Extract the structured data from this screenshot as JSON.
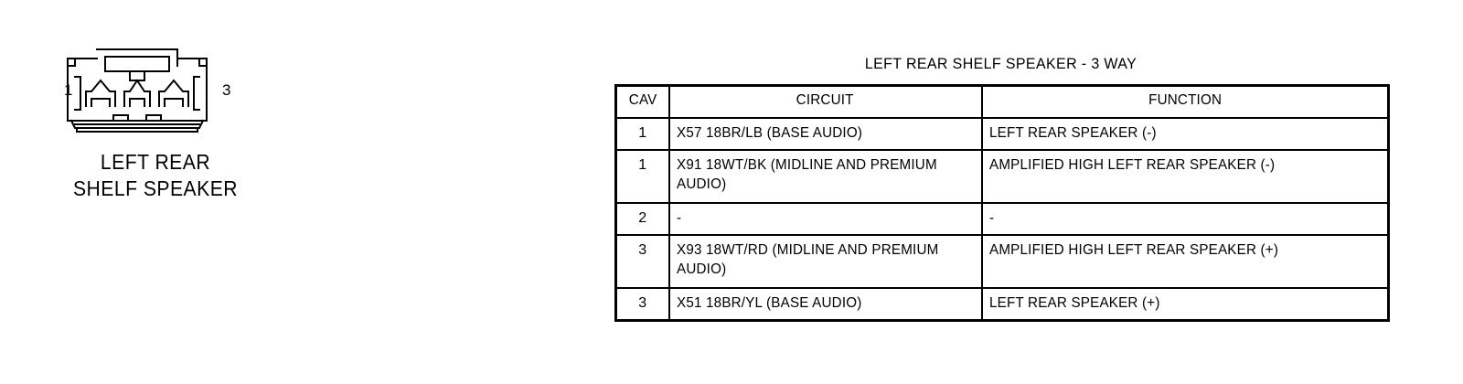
{
  "connector": {
    "name": "left-rear-shelf-speaker-connector",
    "caption_line1": "LEFT REAR",
    "caption_line2": "SHELF SPEAKER",
    "pin_left_label": "1",
    "pin_right_label": "3",
    "cavity_count": 3
  },
  "table": {
    "title": "LEFT REAR SHELF SPEAKER - 3 WAY",
    "columns": [
      "CAV",
      "CIRCUIT",
      "FUNCTION"
    ],
    "rows": [
      {
        "cav": "1",
        "circuit": "X57 18BR/LB (BASE AUDIO)",
        "function": "LEFT REAR SPEAKER (-)",
        "tall": false
      },
      {
        "cav": "1",
        "circuit": "X91 18WT/BK (MIDLINE AND PREMIUM AUDIO)",
        "function": "AMPLIFIED HIGH LEFT REAR SPEAKER (-)",
        "tall": true
      },
      {
        "cav": "2",
        "circuit": "-",
        "function": "-",
        "tall": false
      },
      {
        "cav": "3",
        "circuit": "X93 18WT/RD (MIDLINE AND PREMIUM AUDIO)",
        "function": "AMPLIFIED HIGH LEFT REAR SPEAKER (+)",
        "tall": true
      },
      {
        "cav": "3",
        "circuit": "X51 18BR/YL (BASE AUDIO)",
        "function": "LEFT REAR SPEAKER (+)",
        "tall": false
      }
    ]
  },
  "colors": {
    "background": "#ffffff",
    "line": "#000000",
    "text": "#000000"
  }
}
